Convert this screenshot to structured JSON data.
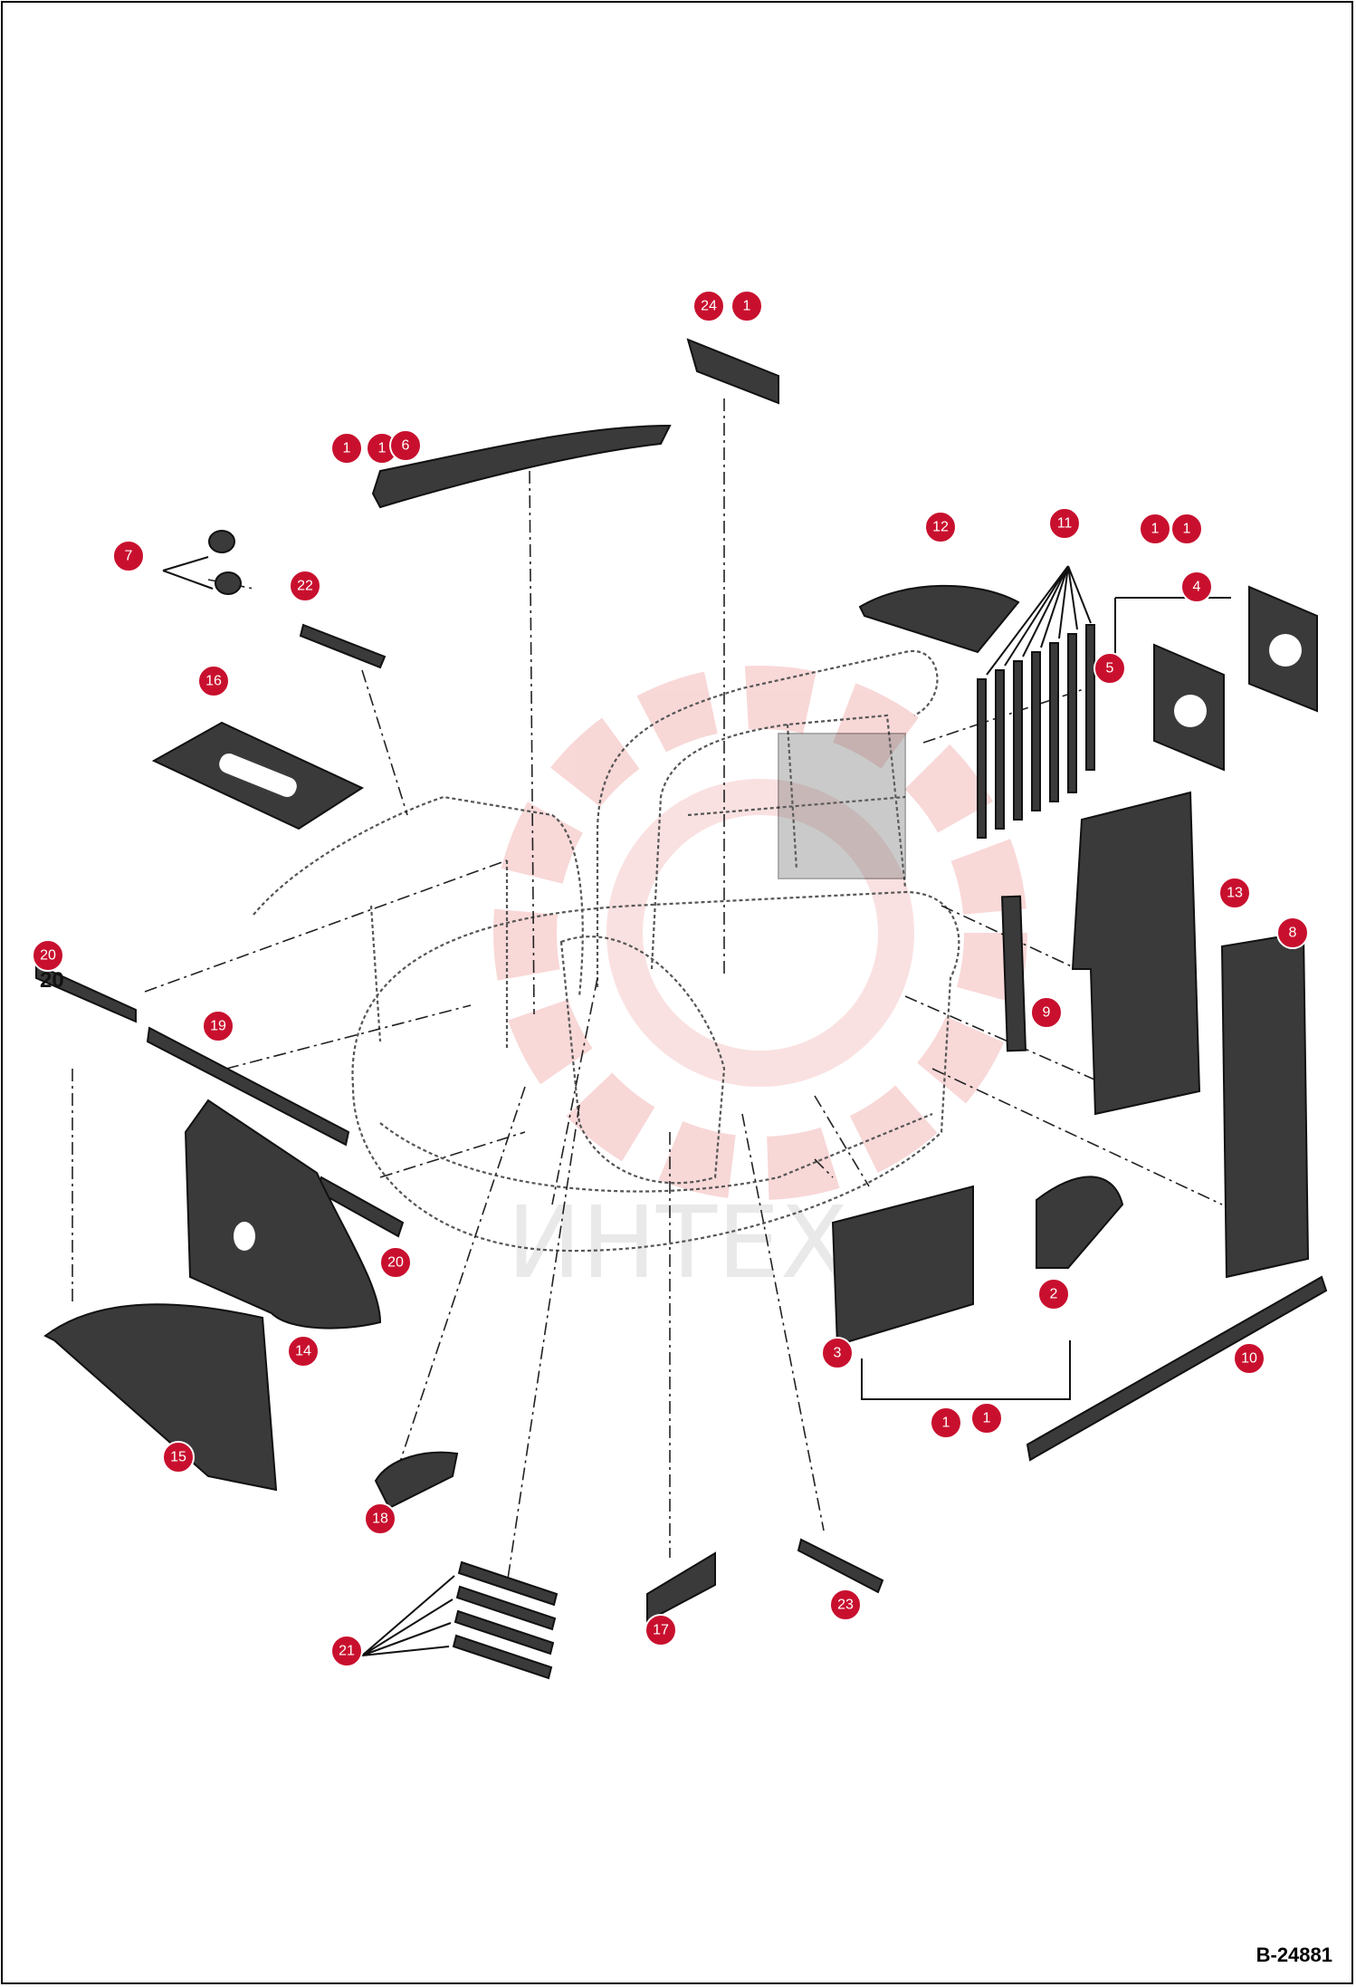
{
  "figure_id": "B-24881",
  "watermark_text": "ИНТЕХ",
  "callout_color": "#c8102e",
  "printed_label_20": "20",
  "callouts": [
    {
      "id": "c-24",
      "label": "24"
    },
    {
      "id": "c-1-top",
      "label": "1"
    },
    {
      "id": "c-1-a",
      "label": "1"
    },
    {
      "id": "c-1-b",
      "label": "1"
    },
    {
      "id": "c-6",
      "label": "6"
    },
    {
      "id": "c-7",
      "label": "7"
    },
    {
      "id": "c-22",
      "label": "22"
    },
    {
      "id": "c-16",
      "label": "16"
    },
    {
      "id": "c-12",
      "label": "12"
    },
    {
      "id": "c-11",
      "label": "11"
    },
    {
      "id": "c-1-c",
      "label": "1"
    },
    {
      "id": "c-1-d",
      "label": "1"
    },
    {
      "id": "c-4",
      "label": "4"
    },
    {
      "id": "c-5",
      "label": "5"
    },
    {
      "id": "c-13",
      "label": "13"
    },
    {
      "id": "c-8",
      "label": "8"
    },
    {
      "id": "c-9",
      "label": "9"
    },
    {
      "id": "c-20-a",
      "label": "20"
    },
    {
      "id": "c-19",
      "label": "19"
    },
    {
      "id": "c-20-b",
      "label": "20"
    },
    {
      "id": "c-14",
      "label": "14"
    },
    {
      "id": "c-15",
      "label": "15"
    },
    {
      "id": "c-2",
      "label": "2"
    },
    {
      "id": "c-3",
      "label": "3"
    },
    {
      "id": "c-1-e",
      "label": "1"
    },
    {
      "id": "c-1-f",
      "label": "1"
    },
    {
      "id": "c-10",
      "label": "10"
    },
    {
      "id": "c-18",
      "label": "18"
    },
    {
      "id": "c-17",
      "label": "17"
    },
    {
      "id": "c-23",
      "label": "23"
    },
    {
      "id": "c-21",
      "label": "21"
    }
  ]
}
